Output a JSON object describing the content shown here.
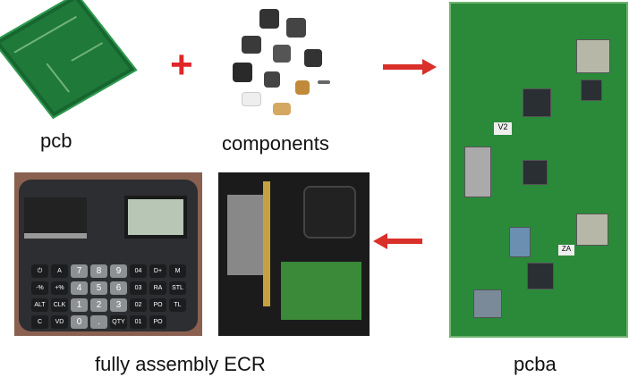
{
  "labels": {
    "pcb": "pcb",
    "components": "components",
    "pcba": "pcba",
    "ecr": "fully assembly ECR"
  },
  "symbols": {
    "plus": "+"
  },
  "colors": {
    "arrow": "#d9302a",
    "pcb_green": "#1f7a3a"
  },
  "ecr_keys": [
    "⏻",
    "A",
    "7",
    "8",
    "9",
    "04",
    "D+",
    "M",
    "",
    "-%",
    "+%",
    "4",
    "5",
    "6",
    "03",
    "RA",
    "STL",
    "",
    "ALT",
    "CLK",
    "1",
    "2",
    "3",
    "02",
    "PO",
    "TL",
    "",
    "C",
    "VD",
    "0",
    ".",
    "QTY",
    "01",
    "PO",
    "",
    ""
  ],
  "board_marks": [
    "V2",
    "ZA"
  ]
}
